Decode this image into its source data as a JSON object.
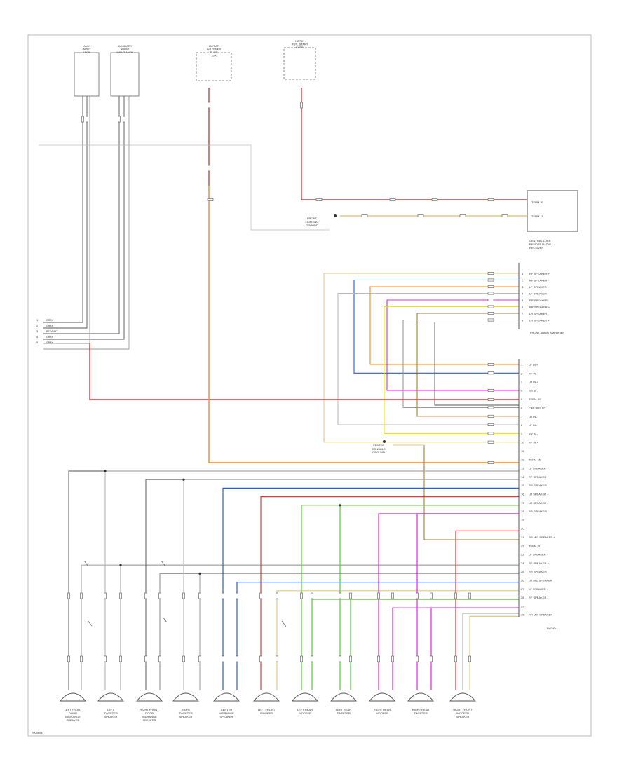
{
  "diagram": {
    "figure_code": "7009504",
    "top_sources": [
      {
        "id": "src1",
        "label": "AUX\nINPUT\nJACK"
      },
      {
        "id": "src2",
        "label": "AUXILIARY\nAUDIO\nINPUT JACK"
      },
      {
        "id": "src3",
        "label": "HOT AT\nALL TIMES\nFUSE\n10A"
      },
      {
        "id": "src4",
        "label": "HOT IN\nRUN, START\nFUSE"
      }
    ],
    "modules": {
      "remote_radio": {
        "pins": [
          "TERM 30",
          "TERM 15"
        ],
        "label": "CENTRAL LOCK\nREMOTE RADIO\nRECEIVER"
      },
      "amplifier": {
        "pins": [
          "RF SPEAKER +",
          "RF SPEAKER -",
          "LF SPEAKER -",
          "LF SPEAKER +",
          "RR SPEAKER -",
          "RR SPEAKER +",
          "LR SPEAKER -",
          "LR SPEAKER +"
        ],
        "label": "FRONT AUDIO AMPLIFIER"
      },
      "radio": {
        "pins": [
          "LF IN +",
          "RF IN -",
          "LR IN +",
          "RR IN -",
          "TERM 30",
          "CAN BUS LO",
          "LR IN -",
          "LF IN -",
          "RR IN +",
          "RF IN +",
          "",
          "TERM 15",
          "LF SPEAKER",
          "RF SPEAKER",
          "RR SPEAKER -",
          "LR SPEAKER +",
          "LR SPEAKER -",
          "RR SPEAKER",
          "",
          "",
          "RR MID SPEAKER +",
          "TERM 31",
          "LF SPEAKER -",
          "RF SPEAKER +",
          "RR SPEAKER -",
          "LR MID SPEAKER",
          "LF SPEAKER +",
          "RF SPEAKER -",
          "",
          "RR MID SPEAKER -"
        ],
        "label": "RADIO"
      }
    },
    "splices": [
      {
        "label": "FRONT\nLIGHTING\nGROUND"
      },
      {
        "label": "CENTER\nCONSOLE\nGROUND"
      }
    ],
    "left_connector": {
      "wires": [
        "GRAY",
        "GRAY",
        "RED/WHT",
        "GRAY",
        "GRAY"
      ]
    },
    "speakers": [
      {
        "id": "sp1",
        "label": "LEFT FRONT\nDOOR\nMIDRANGE\nSPEAKER"
      },
      {
        "id": "sp2",
        "label": "LEFT\nTWEETER\nSPEAKER"
      },
      {
        "id": "sp3",
        "label": "RIGHT FRONT\nDOOR\nMIDRANGE\nSPEAKER"
      },
      {
        "id": "sp4",
        "label": "RIGHT\nTWEETER\nSPEAKER"
      },
      {
        "id": "sp5",
        "label": "CENTER\nMIDRANGE\nSPEAKER"
      },
      {
        "id": "sp6",
        "label": "LEFT FRONT\nWOOFER"
      },
      {
        "id": "sp7",
        "label": "LEFT REAR\nWOOFER"
      },
      {
        "id": "sp8",
        "label": "LEFT REAR\nTWEETER"
      },
      {
        "id": "sp9",
        "label": "RIGHT REAR\nWOOFER"
      },
      {
        "id": "sp10",
        "label": "RIGHT REAR\nTWEETER"
      },
      {
        "id": "sp11",
        "label": "RIGHT FRONT\nWOOFER\nSPEAKER"
      }
    ],
    "colors": {
      "red": "#e03a3a",
      "orange": "#f08a1e",
      "yellow": "#f2e600",
      "blue": "#2a5bd7",
      "green": "#55cc33",
      "magenta": "#e026e0",
      "tan": "#e0c88a",
      "gray": "#8a8a8a",
      "brown": "#a87a3a"
    }
  }
}
